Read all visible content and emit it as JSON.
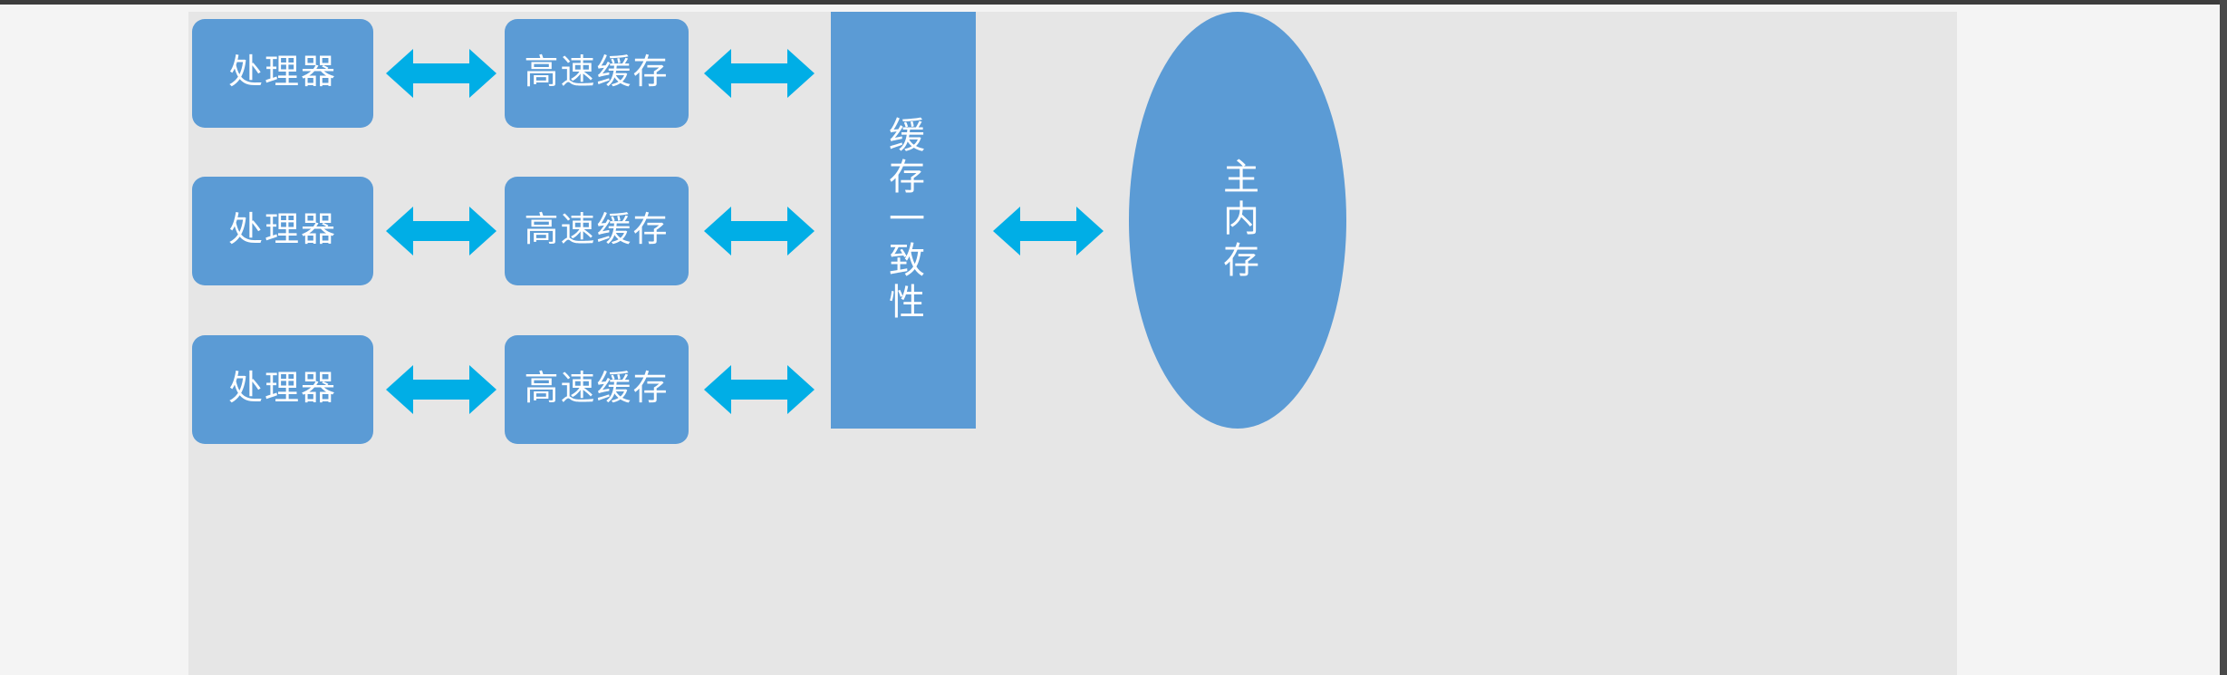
{
  "diagram": {
    "title": "",
    "colors": {
      "node_fill": "#5b9bd5",
      "node_text": "#ffffff",
      "arrow": "#00aee6",
      "canvas_bg": "#e6e6e6",
      "page_bg": "#f4f4f4"
    },
    "rows": [
      {
        "processor": "处理器",
        "cache": "高速缓存"
      },
      {
        "processor": "处理器",
        "cache": "高速缓存"
      },
      {
        "processor": "处理器",
        "cache": "高速缓存"
      }
    ],
    "coherence": "缓存一致性",
    "memory": "主内存",
    "arrows": {
      "processor_to_cache": "double-arrow",
      "cache_to_coherence": "double-arrow",
      "coherence_to_memory": "double-arrow"
    }
  }
}
